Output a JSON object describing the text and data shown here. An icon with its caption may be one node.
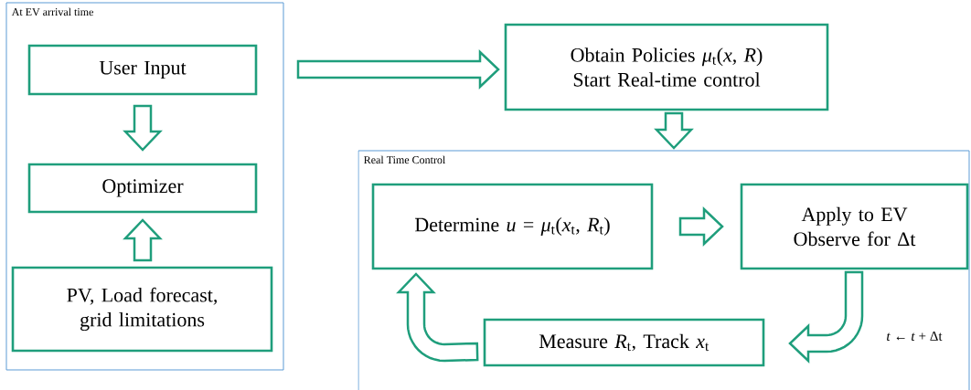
{
  "diagram": {
    "nodes": [
      {
        "text": [
          "At EV arrival time"
        ]
      },
      {
        "text": [
          "User Input"
        ],
        "in": 0
      },
      {
        "text": [
          "Optimizer"
        ],
        "in": 0
      },
      {
        "text": [
          "PV, Load forecast, grid limitations"
        ],
        "in": 0
      },
      {
        "text": [
          "Obtain Policies *μ*$_{t}$(*x*, *R*)",
          "Start Real-time control"
        ]
      },
      {
        "text": [
          "Real Time Control"
        ]
      },
      {
        "text": [
          "Determine *u* = *μ*$_{t}$(*x*$_{t}$, *R*$_{t}$)"
        ],
        "in": 5
      },
      {
        "text": [
          "Apply to EV",
          "Observe for Δt"
        ],
        "in": 5
      },
      {
        "text": [
          "Measure *R*$_{t}$, Track *x*$_{t}$"
        ],
        "in": 5
      }
    ],
    "edges": [
      {
        "from": 1,
        "to": 2,
        "arrow": "to"
      },
      {
        "from": 3,
        "to": 2,
        "arrow": "to"
      },
      {
        "from": 0,
        "to": 4,
        "arrow": "to"
      },
      {
        "from": 4,
        "to": 5,
        "arrow": "to"
      },
      {
        "from": 6,
        "to": 7,
        "arrow": "to"
      },
      {
        "from": 7,
        "to": 8,
        "arrow": "to",
        "label": "*t* ← *t* + Δt"
      },
      {
        "from": 8,
        "to": 6,
        "arrow": "to"
      }
    ]
  }
}
